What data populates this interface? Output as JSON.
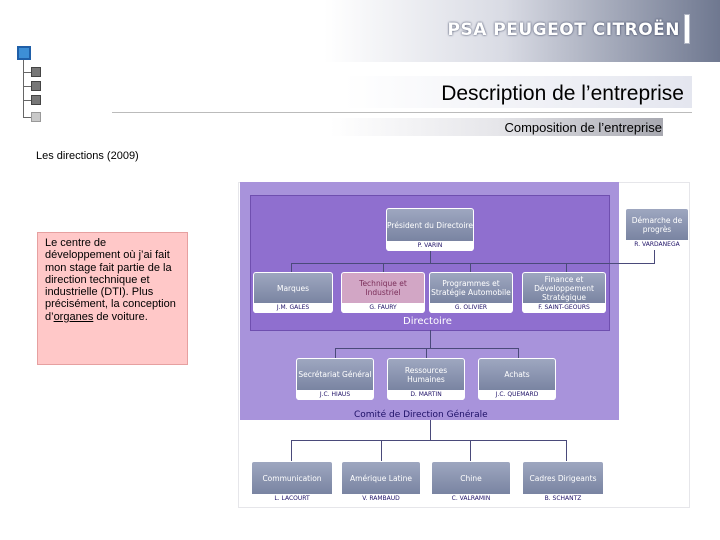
{
  "header": {
    "brand": "PSA PEUGEOT CITROËN"
  },
  "page": {
    "title": "Description de l’entreprise",
    "subtitle": "Composition de l’entreprise",
    "section_label": "Les directions (2009)"
  },
  "callout": {
    "text_before": "Le centre de développement où j’ai fait mon stage fait partie de la direction technique et industrielle (DTI). Plus précisément, la conception d’",
    "highlight": "organes",
    "text_after": " de voiture."
  },
  "org": {
    "president": {
      "role": "Président du Directoire",
      "name": "P. VARIN"
    },
    "demarche": {
      "role": "Démarche de progrès",
      "name": "R. VARDANEGA"
    },
    "directoire_label": "Directoire",
    "directoire": [
      {
        "role": "Marques",
        "name": "J.M. GALES"
      },
      {
        "role": "Technique et Industriel",
        "name": "G. FAURY"
      },
      {
        "role": "Programmes et Stratégie Automobile",
        "name": "G. OLIVIER"
      },
      {
        "role": "Finance et Développement Stratégique",
        "name": "F. SAINT-GEOURS"
      }
    ],
    "comite_label": "Comité de Direction Générale",
    "comite": [
      {
        "role": "Secrétariat Général",
        "name": "J.C. HIAUS"
      },
      {
        "role": "Ressources Humaines",
        "name": "D. MARTIN"
      },
      {
        "role": "Achats",
        "name": "J.C. QUEMARD"
      }
    ],
    "bottom": [
      {
        "role": "Communication",
        "name": "L. LACOURT"
      },
      {
        "role": "Amérique Latine",
        "name": "V. RAMBAUD"
      },
      {
        "role": "Chine",
        "name": "C. VALRAMIN"
      },
      {
        "role": "Cadres Dirigeants",
        "name": "B. SCHANTZ"
      }
    ]
  }
}
